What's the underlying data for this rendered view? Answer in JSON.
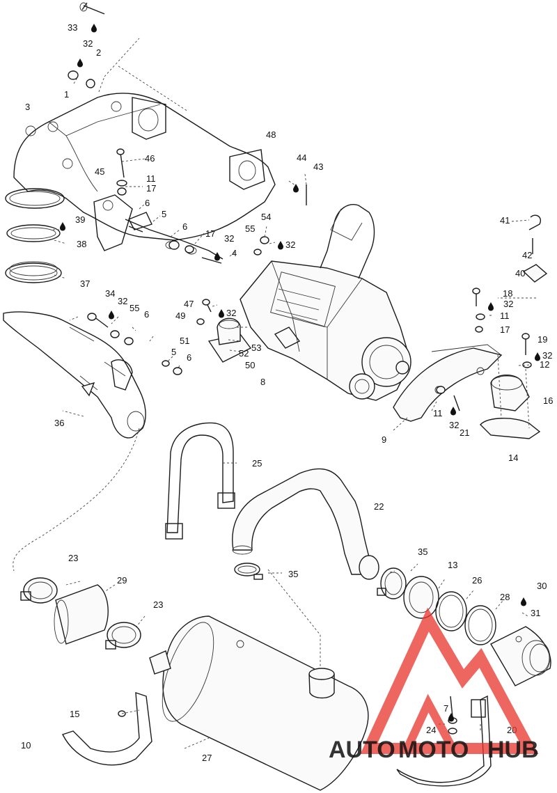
{
  "diagram": {
    "callouts": {
      "c1": "1",
      "c2": "2",
      "c3": "3",
      "c4": "4",
      "c5a": "5",
      "c5b": "5",
      "c6a": "6",
      "c6b": "6",
      "c6c": "6",
      "c6d": "6",
      "c7": "7",
      "c8": "8",
      "c9": "9",
      "c10": "10",
      "c11a": "11",
      "c11b": "11",
      "c11c": "11",
      "c12": "12",
      "c13": "13",
      "c14": "14",
      "c15": "15",
      "c16": "16",
      "c17a": "17",
      "c17b": "17",
      "c17c": "17",
      "c18": "18",
      "c19": "19",
      "c20": "20",
      "c21": "21",
      "c22": "22",
      "c23a": "23",
      "c23b": "23",
      "c24": "24",
      "c25": "25",
      "c26": "26",
      "c27": "27",
      "c28": "28",
      "c29": "29",
      "c30": "30",
      "c31": "31",
      "c32a": "32",
      "c32b": "32",
      "c32c": "32",
      "c32d": "32",
      "c32e": "32",
      "c32f": "32",
      "c32g": "32",
      "c32h": "32",
      "c33": "33",
      "c34": "34",
      "c35a": "35",
      "c35b": "35",
      "c36": "36",
      "c37": "37",
      "c38": "38",
      "c39": "39",
      "c40": "40",
      "c41": "41",
      "c42": "42",
      "c43": "43",
      "c44": "44",
      "c45": "45",
      "c46": "46",
      "c47": "47",
      "c48": "48",
      "c49": "49",
      "c50": "50",
      "c51": "51",
      "c52": "52",
      "c53": "53",
      "c54": "54",
      "c55a": "55",
      "c55b": "55"
    }
  },
  "watermark": {
    "text_auto": "AUTO",
    "text_moto": "MOTO",
    "text_hub": "HUB",
    "color_red": "#e8332a",
    "color_orange": "#f0a030",
    "color_dark": "#333333"
  }
}
